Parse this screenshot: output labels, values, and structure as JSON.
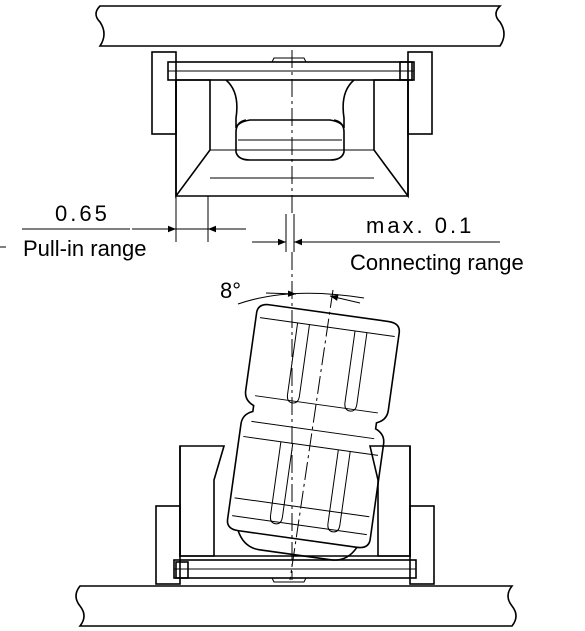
{
  "labels": {
    "pull_in_value": "0.65",
    "pull_in_caption": "Pull-in range",
    "connecting_value": "max. 0.1",
    "connecting_caption": "Connecting range",
    "angle": "8°"
  }
}
